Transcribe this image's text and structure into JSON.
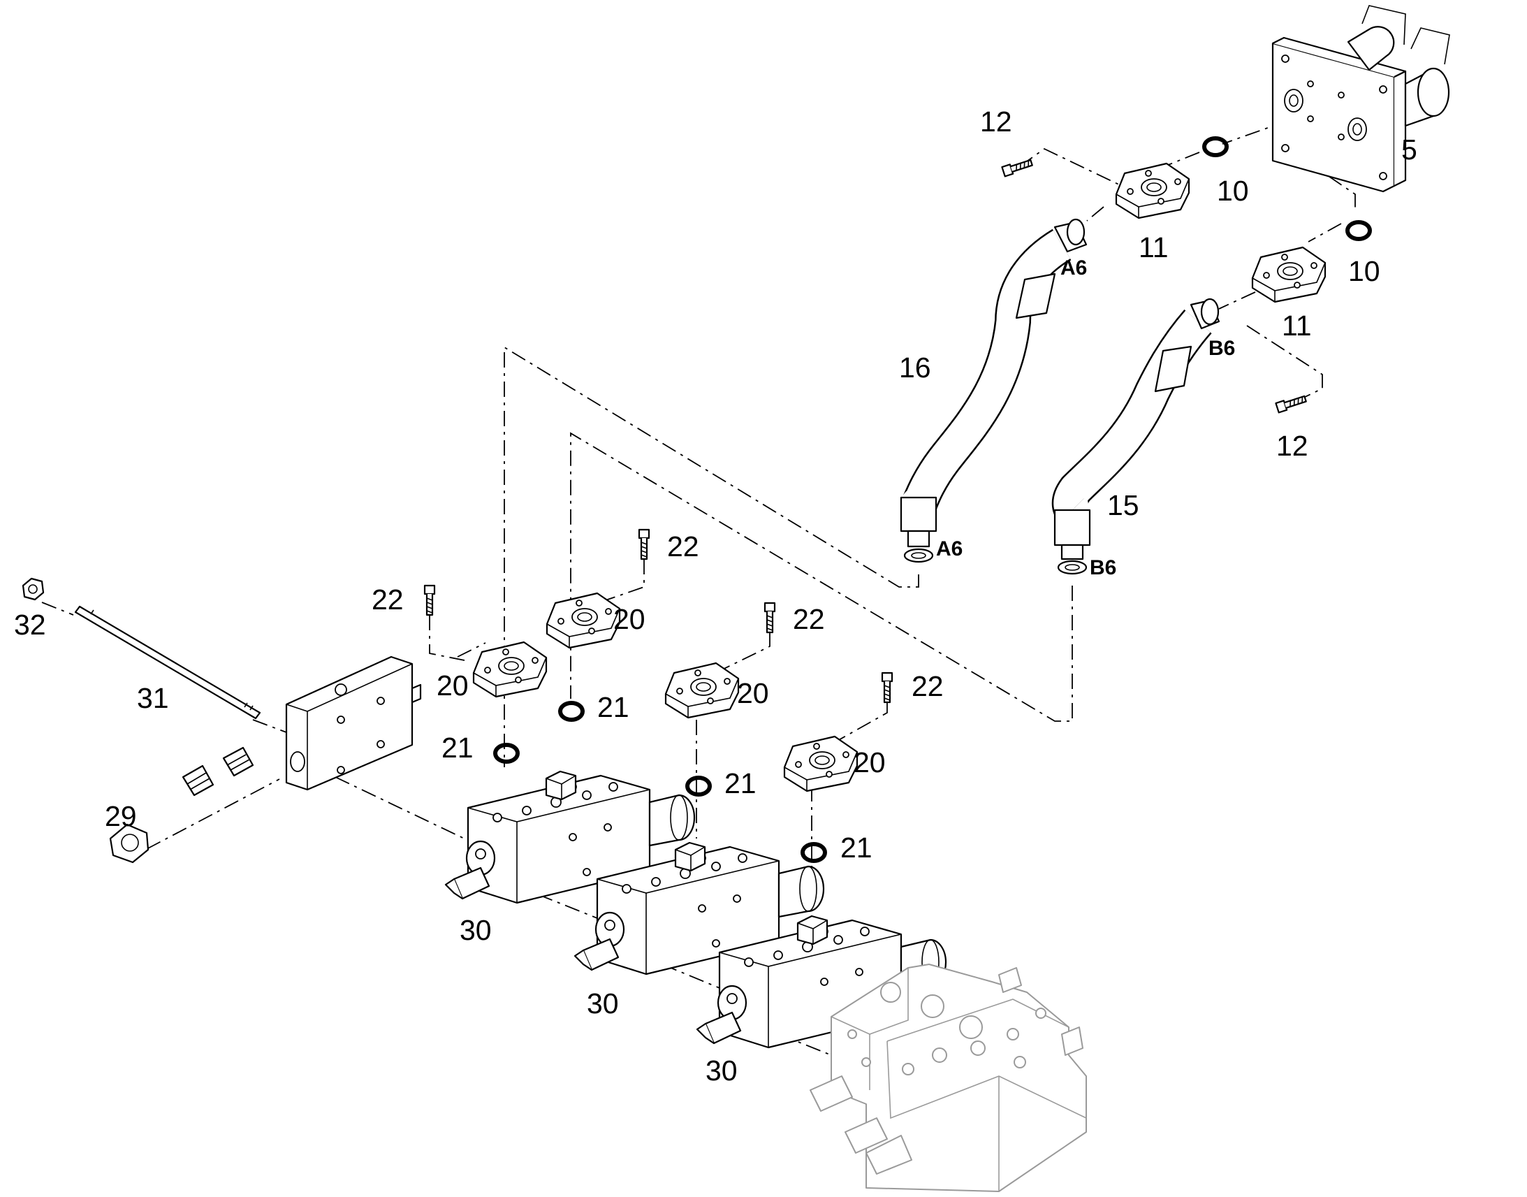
{
  "labels": {
    "l_12a": "12",
    "l_5": "5",
    "l_10a": "10",
    "l_11a": "11",
    "l_10b": "10",
    "l_11b": "11",
    "l_16": "16",
    "l_12b": "12",
    "l_15": "15",
    "l_22a": "22",
    "l_22b": "22",
    "l_22c": "22",
    "l_22d": "22",
    "l_20a": "20",
    "l_20b": "20",
    "l_20c": "20",
    "l_20d": "20",
    "l_21a": "21",
    "l_21b": "21",
    "l_21c": "21",
    "l_21d": "21",
    "l_32": "32",
    "l_31": "31",
    "l_29": "29",
    "l_30a": "30",
    "l_30b": "30",
    "l_30c": "30"
  },
  "ports": {
    "a6_top": "A6",
    "b6_top": "B6",
    "a6_bottom": "A6",
    "b6_bottom": "B6"
  }
}
